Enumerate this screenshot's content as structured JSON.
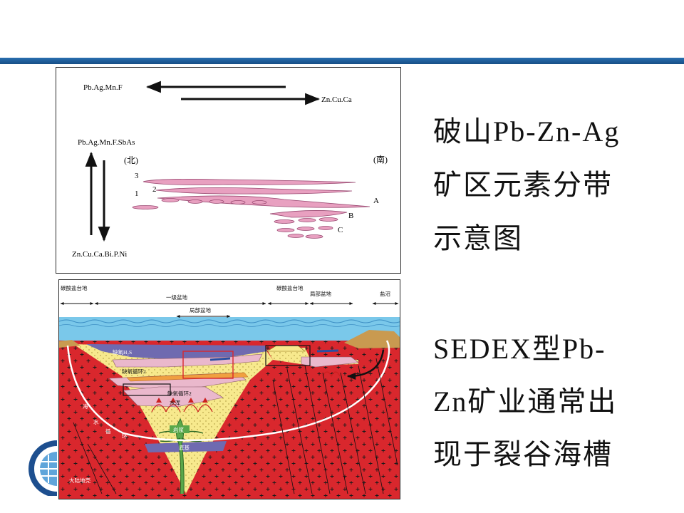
{
  "top_diagram": {
    "upper_left_elements": "Pb.Ag.Mn.F",
    "upper_right_elements": "Zn.Cu.Ca",
    "vertical_top_elements": "Pb.Ag.Mn.F.SbAs",
    "vertical_bottom_elements": "Zn.Cu.Ca.Bi.P.Ni",
    "north_label": "(北)",
    "south_label": "(南)",
    "layer_labels": [
      "3",
      "2",
      "1"
    ],
    "zone_labels": [
      "A",
      "B",
      "C"
    ],
    "colors": {
      "ore_body": "#e8a0c0",
      "ore_outline": "#9a4a72"
    }
  },
  "bottom_diagram": {
    "top_labels": {
      "carbonate_platform_left": "碳酸盐台地",
      "first_order_basin": "一级盆地",
      "local_basin_center": "局部盆地",
      "carbonate_platform_right": "碳酸盐台地",
      "local_basin_right": "局部盆地",
      "salt_marsh": "盐沼"
    },
    "inner_labels": {
      "anoxic_h2s": "缺氧H₂S",
      "anoxic_cycle_upper": "缺氧循环2",
      "anoxic_cycle_lower": "缺氧循环2",
      "water_layer": "水浑",
      "seawater_1": "海",
      "seawater_2": "水",
      "seawater_3": "循",
      "seawater_4": "环",
      "magma": "岩浆",
      "underlying": "底基",
      "continental_crust": "大陆地壳"
    },
    "colors": {
      "crust": "#d9272d",
      "sea": "#7ac8ea",
      "yellow_sediment": "#f7e98d",
      "pink_sediment": "#eab8cc",
      "purple_layer": "#6f6ab0",
      "highlight_box": "#d9272d"
    }
  },
  "side_text": {
    "block1_line1": "破山Pb-Zn-Ag",
    "block1_line2": "矿区元素分带",
    "block1_line3": "示意图",
    "block2_line1": "SEDEX型Pb-",
    "block2_line2": "Zn矿业通常出",
    "block2_line3": "现于裂谷海槽"
  }
}
